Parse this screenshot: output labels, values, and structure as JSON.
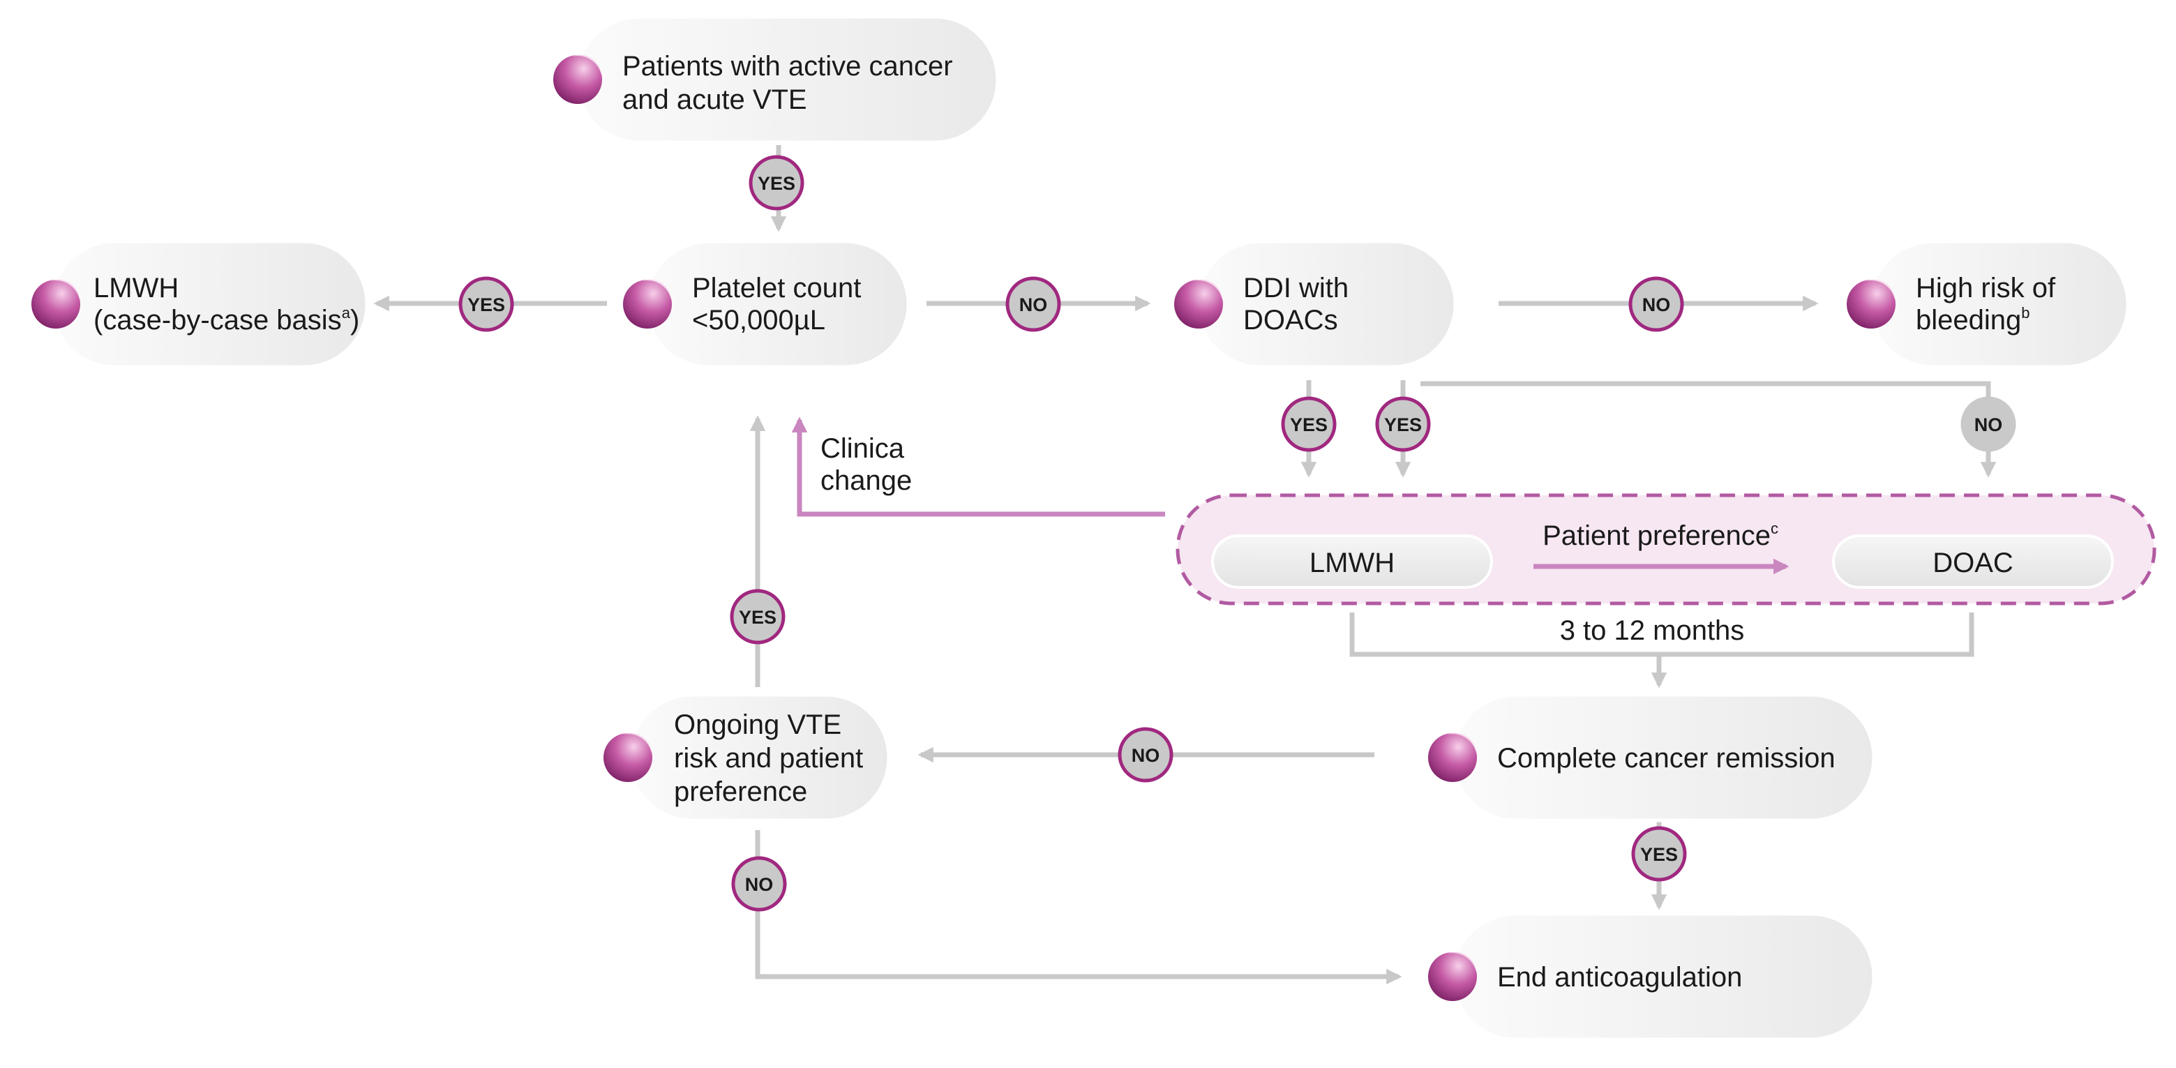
{
  "nodes": {
    "start": [
      "Patients with active cancer",
      "and acute VTE"
    ],
    "platelet": [
      "Platelet count",
      "<50,000µL"
    ],
    "lmwh_case": [
      "LMWH",
      "(case-by-case basis",
      "a",
      ")"
    ],
    "ddi": [
      "DDI with",
      "DOACs"
    ],
    "bleeding": [
      "High risk of",
      "bleeding",
      "b"
    ],
    "ongoing": [
      "Ongoing VTE",
      "risk and patient",
      "preference"
    ],
    "remission": "Complete cancer remission",
    "end": "End anticoagulation"
  },
  "treatment": {
    "lmwh": "LMWH",
    "doac": "DOAC",
    "preference": "Patient preference",
    "preference_sup": "c",
    "duration": "3 to 12 months"
  },
  "clinical_change": [
    "Clinica",
    "change"
  ],
  "badges": {
    "yes": "YES",
    "no": "NO"
  },
  "colors": {
    "accent": "#a0287f",
    "accent_light": "#e8b0d4",
    "accent_line": "#c986bf",
    "connector": "#c8c8c8",
    "node_fill": "#f0f0f0",
    "badge_fill": "#c9c9c9"
  },
  "icon": "shaded-sphere-icon"
}
